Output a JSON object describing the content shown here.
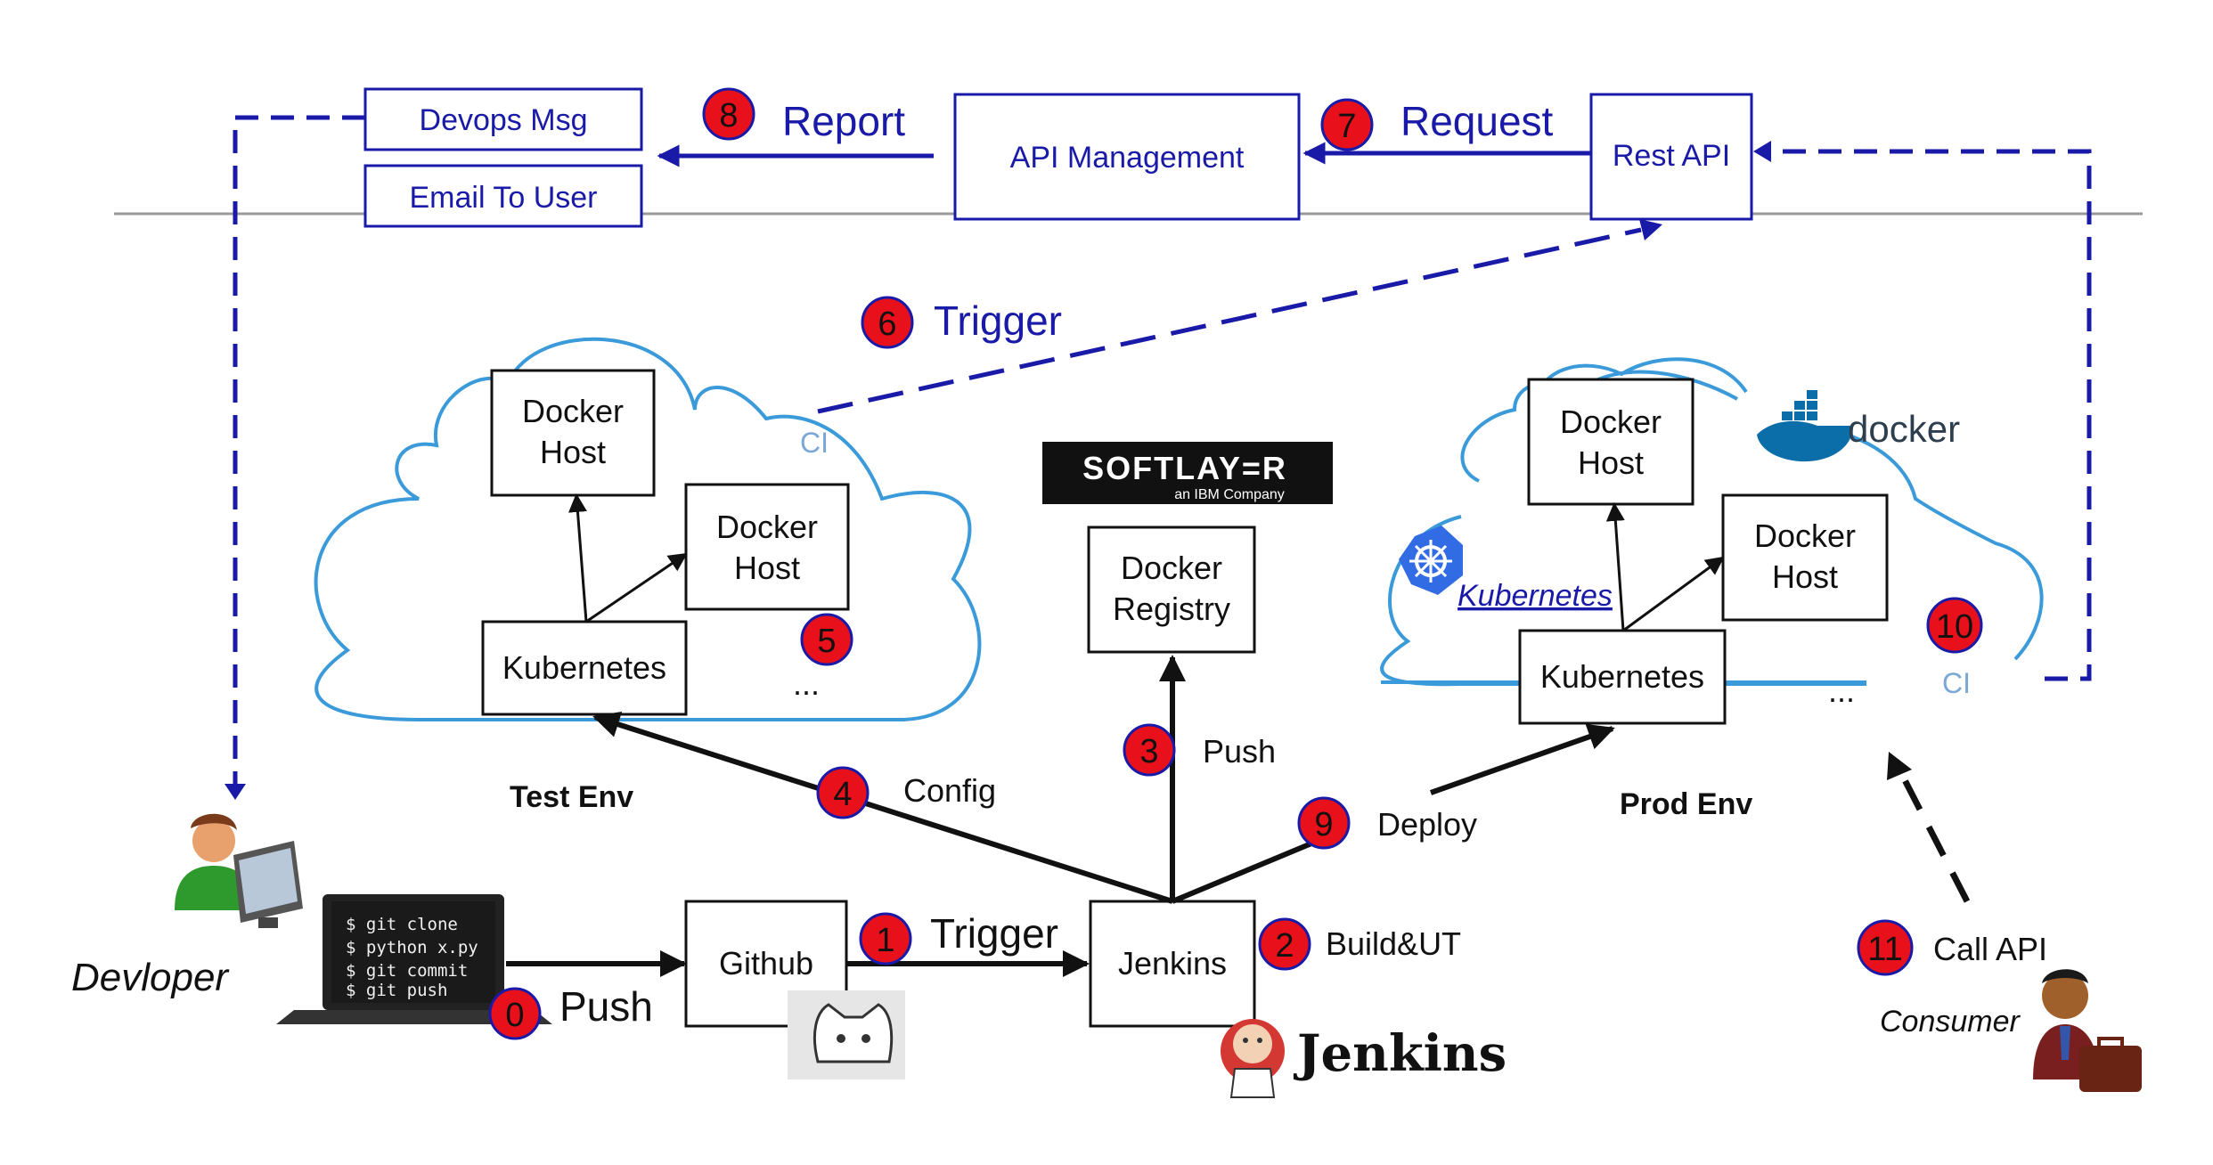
{
  "boxes": {
    "devops_msg": "Devops Msg",
    "email_to_user": "Email To User",
    "api_management": "API Management",
    "rest_api": "Rest API",
    "test_docker_host_1": [
      "Docker",
      "Host"
    ],
    "test_docker_host_2": [
      "Docker",
      "Host"
    ],
    "test_kubernetes": "Kubernetes",
    "docker_registry": [
      "Docker",
      "Registry"
    ],
    "prod_docker_host_1": [
      "Docker",
      "Host"
    ],
    "prod_docker_host_2": [
      "Docker",
      "Host"
    ],
    "prod_kubernetes": "Kubernetes",
    "github": "Github",
    "jenkins": "Jenkins"
  },
  "steps": {
    "s0": {
      "num": "0",
      "label": "Push"
    },
    "s1": {
      "num": "1",
      "label": "Trigger"
    },
    "s2": {
      "num": "2",
      "label": "Build&UT"
    },
    "s3": {
      "num": "3",
      "label": "Push"
    },
    "s4": {
      "num": "4",
      "label": "Config"
    },
    "s5": {
      "num": "5"
    },
    "s6": {
      "num": "6",
      "label": "Trigger"
    },
    "s7": {
      "num": "7",
      "label": "Request"
    },
    "s8": {
      "num": "8",
      "label": "Report"
    },
    "s9": {
      "num": "9",
      "label": "Deploy"
    },
    "s10": {
      "num": "10"
    },
    "s11": {
      "num": "11",
      "label": "Call API"
    }
  },
  "labels": {
    "test_env": "Test Env",
    "prod_env": "Prod Env",
    "developer": "Devloper",
    "consumer": "Consumer",
    "ci_test": "CI",
    "ci_prod": "CI",
    "ellipsis_test": "...",
    "ellipsis_prod": "..."
  },
  "terminal": {
    "lines": [
      "$ git clone",
      "$ python x.py",
      "$ git commit",
      "$ git push"
    ]
  },
  "logos": {
    "softlayer": "SOFTLAY=R",
    "softlayer_sub": "an IBM Company",
    "docker": "docker",
    "kubernetes": "Kubernetes",
    "jenkins": "Jenkins"
  },
  "colors": {
    "badge": "#e8101a",
    "blue": "#1a1aa8",
    "cloud": "#3b9ad9",
    "divider": "#9a9a9a"
  },
  "icons": [
    "developer-icon",
    "laptop-icon",
    "github-cat-icon",
    "jenkins-butler-icon",
    "docker-whale-icon",
    "kubernetes-helm-icon",
    "consumer-icon"
  ]
}
